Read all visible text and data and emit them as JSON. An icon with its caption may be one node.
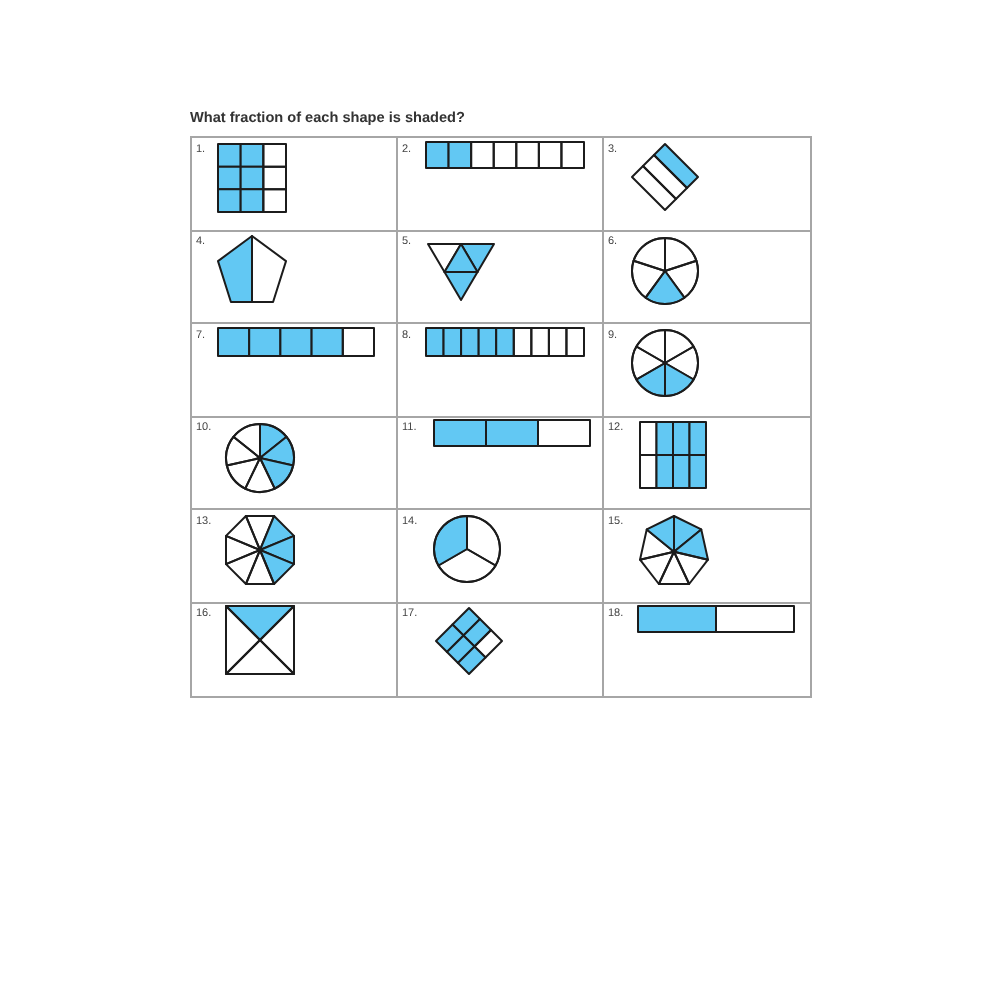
{
  "diagram": {
    "title": "What fraction of each shape is shaded?",
    "labels": [
      "1.",
      "2.",
      "3.",
      "4.",
      "5.",
      "6.",
      "7.",
      "8.",
      "9.",
      "10.",
      "11.",
      "12.",
      "13.",
      "14.",
      "15.",
      "16.",
      "17.",
      "18."
    ]
  }
}
